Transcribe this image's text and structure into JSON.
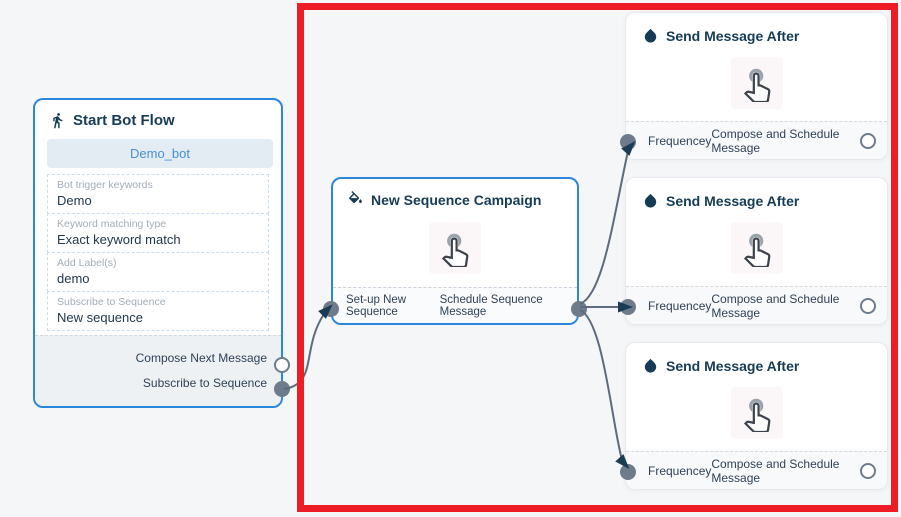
{
  "colors": {
    "canvas_bg": "#f5f6f8",
    "highlight_red": "#ee1c25",
    "node_border_blue": "#2b86de",
    "title_navy": "#163c55",
    "connector_gray": "#5e6b7c",
    "arrow_navy": "#1b3c55",
    "port_gray": "#6e7b8a",
    "bot_button_bg": "#e3ebf3",
    "bot_button_text": "#4a8fd4"
  },
  "nodes": {
    "start_bot_flow": {
      "title": "Start Bot Flow",
      "icon": "walking-person-icon",
      "bot_name": "Demo_bot",
      "fields": [
        {
          "label": "Bot trigger keywords",
          "value": "Demo"
        },
        {
          "label": "Keyword matching type",
          "value": "Exact keyword match"
        },
        {
          "label": "Add Label(s)",
          "value": "demo"
        },
        {
          "label": "Subscribe to Sequence",
          "value": "New sequence"
        }
      ],
      "outputs": [
        {
          "label": "Compose Next Message",
          "connected": false
        },
        {
          "label": "Subscribe to Sequence",
          "connected": true
        }
      ]
    },
    "new_sequence_campaign": {
      "title": "New Sequence Campaign",
      "icon": "paint-bucket-icon",
      "center_icon": "hand-pointer-icon",
      "footer_left": "Set-up New Sequence",
      "footer_right": "Schedule Sequence Message"
    },
    "send_message_after": {
      "title": "Send Message After",
      "icon": "water-drop-icon",
      "center_icon": "hand-pointer-icon",
      "footer_left": "Frequencey",
      "footer_right": "Compose and Schedule Message",
      "instance_count": 3
    }
  }
}
